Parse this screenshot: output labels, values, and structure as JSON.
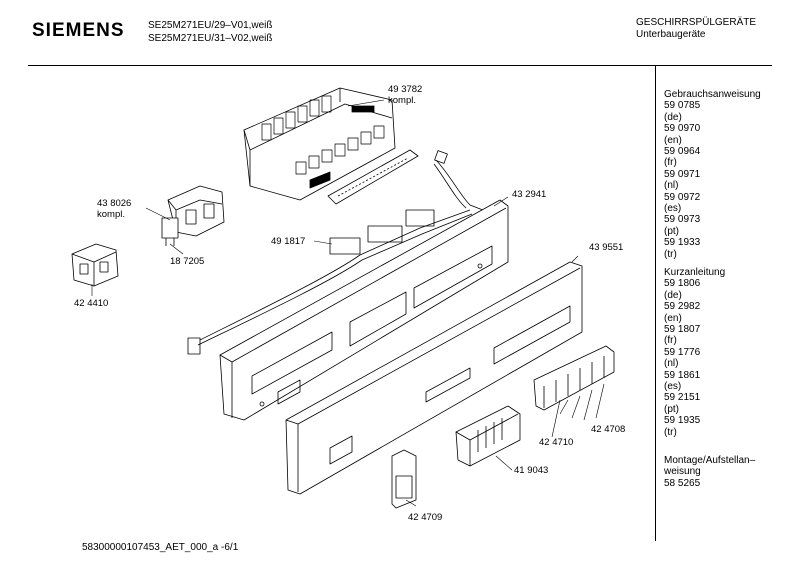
{
  "header": {
    "brand": "SIEMENS",
    "model_line_1": "SE25M271EU/29–V01,weiß",
    "model_line_2": "SE25M271EU/31–V02,weiß",
    "category_line_1": "GESCHIRRSPÜLGERÄTE",
    "category_line_2": "Unterbaugeräte"
  },
  "side_panel": {
    "gebrauchsanweisung": "Gebrauchsanweisung\n59 0785\n(de)\n59 0970\n(en)\n59 0964\n(fr)\n59 0971\n(nl)\n59 0972\n(es)\n59 0973\n(pt)\n59 1933\n(tr)",
    "kurzanleitung": "Kurzanleitung\n59 1806\n(de)\n59 2982\n(en)\n59 1807\n(fr)\n59 1776\n(nl)\n59 1861\n(es)\n59 2151\n(pt)\n59 1935\n(tr)",
    "montage": "Montage/Aufstellan–\nweisung\n58 5265"
  },
  "part_labels": {
    "p493782": "49 3782\nkompl.",
    "p438026": "43 8026\nkompl.",
    "p432941": "43 2941",
    "p491817": "49 1817",
    "p187205": "18 7205",
    "p424410": "42 4410",
    "p439551": "43 9551",
    "p424710": "42 4710",
    "p424708": "42 4708",
    "p419043": "41 9043",
    "p424709": "42 4709"
  },
  "footer": {
    "code": "58300000107453_AET_000_a  -6/1"
  }
}
